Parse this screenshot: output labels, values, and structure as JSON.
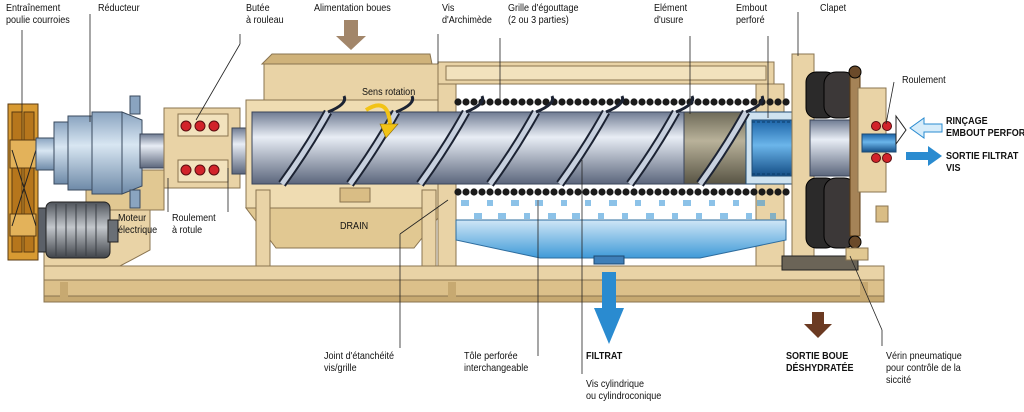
{
  "labels": {
    "entrainement": [
      "Entraînement",
      "poulie courroies"
    ],
    "reducteur": "Réducteur",
    "butee": [
      "Butée",
      "à rouleau"
    ],
    "alimentation": "Alimentation boues",
    "vis_archimede": [
      "Vis",
      "d'Archimède"
    ],
    "grille": [
      "Grille d'égouttage",
      "(2 ou 3 parties)"
    ],
    "element_usure": [
      "Elément",
      "d'usure"
    ],
    "embout": [
      "Embout",
      "perforé"
    ],
    "clapet": "Clapet",
    "roulement": "Roulement",
    "rincage": [
      "RINÇAGE",
      "EMBOUT PERFORÉ"
    ],
    "sortie_filtrat_vis": [
      "SORTIE FILTRAT",
      "VIS"
    ],
    "sens_rotation": "Sens rotation",
    "moteur": [
      "Moteur",
      "électrique"
    ],
    "roulement_rotule": [
      "Roulement",
      "à rotule"
    ],
    "drain": "DRAIN",
    "joint": [
      "Joint d'étanchéité",
      "vis/grille"
    ],
    "tole": [
      "Tôle perforée",
      "interchangeable"
    ],
    "filtrat": "FILTRAT",
    "vis_cyl": [
      "Vis cylindrique",
      "ou cylindroconique"
    ],
    "sortie_boue": [
      "SORTIE BOUE",
      "DÉSHYDRATÉE"
    ],
    "verin": [
      "Vérin pneumatique",
      "pour contrôle de la",
      "siccité"
    ]
  },
  "colors": {
    "frame": "#e9d3a6",
    "frame_dark": "#b89a63",
    "shaft": "#9ea9bd",
    "reducer": "#a9c6de",
    "arrow_blue": "#2a8bd0",
    "arrow_brown": "#6b3a22",
    "arrow_tan": "#a2866a",
    "motor": "#7a7f86",
    "pulley": "#c98a2a",
    "bearing_red": "#d2232a",
    "water": "#8fc8ec"
  }
}
